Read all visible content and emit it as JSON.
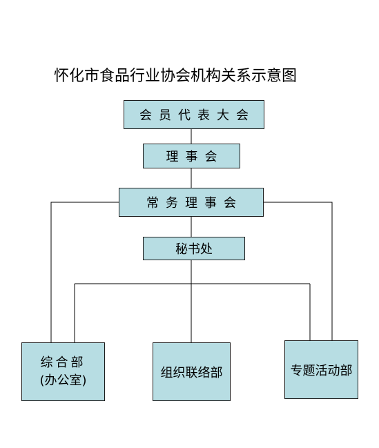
{
  "title": "怀化市食品行业协会机构关系示意图",
  "nodes": {
    "members_congress": "会员代表大会",
    "council": "理事会",
    "standing_council": "常务理事会",
    "secretariat": "秘书处",
    "general_dept": "综合部",
    "general_dept_sub": "(办公室)",
    "liaison_dept": "组织联络部",
    "special_dept": "专题活动部"
  },
  "colors": {
    "box_fill": "#b7dde3",
    "line": "#000000"
  }
}
